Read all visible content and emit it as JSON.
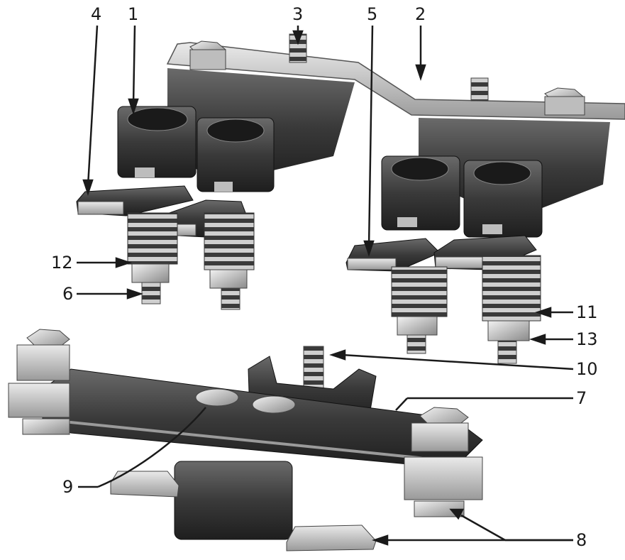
{
  "callouts": [
    "1",
    "2",
    "3",
    "4",
    "5",
    "6",
    "7",
    "8",
    "9",
    "10",
    "11",
    "12",
    "13"
  ],
  "colors": {
    "metal_dark": "#2b2b2b",
    "metal_mid": "#555555",
    "metal_light": "#cfcfcf",
    "plate": "#d8d8d8",
    "ink": "#1a1a1a"
  }
}
